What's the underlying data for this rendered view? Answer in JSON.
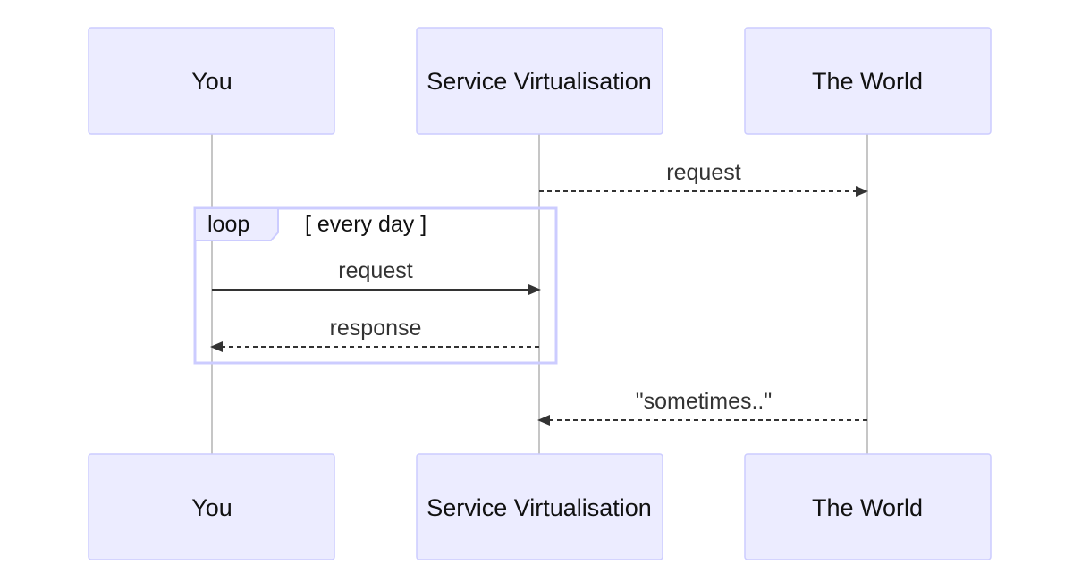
{
  "participants": [
    {
      "id": "you",
      "label": "You"
    },
    {
      "id": "sv",
      "label": "Service Virtualisation"
    },
    {
      "id": "world",
      "label": "The World"
    }
  ],
  "messages": [
    {
      "from": "sv",
      "to": "world",
      "label": "request",
      "style": "dashed"
    },
    {
      "from": "you",
      "to": "sv",
      "label": "request",
      "style": "solid",
      "in_loop": true
    },
    {
      "from": "sv",
      "to": "you",
      "label": "response",
      "style": "dashed",
      "in_loop": true
    },
    {
      "from": "world",
      "to": "sv",
      "label": "\"sometimes..\"",
      "style": "dashed"
    }
  ],
  "loop": {
    "keyword": "loop",
    "condition": "[ every day ]"
  },
  "colors": {
    "actor_fill": "#ececff",
    "actor_border": "#ccccff",
    "line": "#333333",
    "lifeline": "#b3b3b3"
  }
}
